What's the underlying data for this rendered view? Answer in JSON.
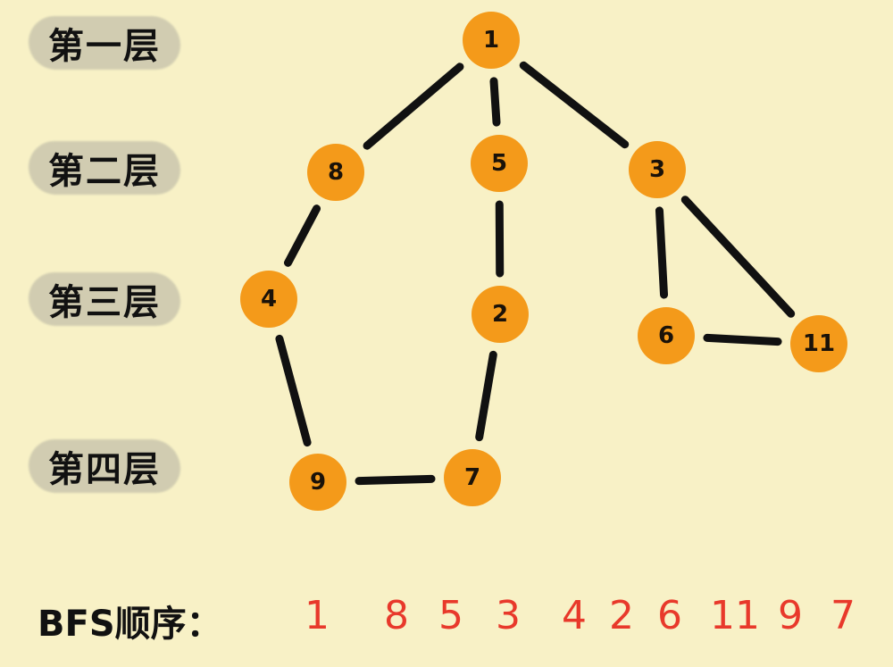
{
  "levels": [
    {
      "label": "第一层"
    },
    {
      "label": "第二层"
    },
    {
      "label": "第三层"
    },
    {
      "label": "第四层"
    }
  ],
  "nodes": [
    {
      "id": "1",
      "label": "1",
      "level": 1
    },
    {
      "id": "8",
      "label": "8",
      "level": 2
    },
    {
      "id": "5",
      "label": "5",
      "level": 2
    },
    {
      "id": "3",
      "label": "3",
      "level": 2
    },
    {
      "id": "4",
      "label": "4",
      "level": 3
    },
    {
      "id": "2",
      "label": "2",
      "level": 3
    },
    {
      "id": "6",
      "label": "6",
      "level": 3
    },
    {
      "id": "11",
      "label": "11",
      "level": 3
    },
    {
      "id": "9",
      "label": "9",
      "level": 4
    },
    {
      "id": "7",
      "label": "7",
      "level": 4
    }
  ],
  "edges": [
    [
      "1",
      "8"
    ],
    [
      "1",
      "5"
    ],
    [
      "1",
      "3"
    ],
    [
      "8",
      "4"
    ],
    [
      "5",
      "2"
    ],
    [
      "3",
      "6"
    ],
    [
      "3",
      "11"
    ],
    [
      "6",
      "11"
    ],
    [
      "4",
      "9"
    ],
    [
      "2",
      "7"
    ],
    [
      "9",
      "7"
    ]
  ],
  "bfs": {
    "label": "BFS顺序：",
    "order": [
      "1",
      "8",
      "5",
      "3",
      "4",
      "2",
      "6",
      "11",
      "9",
      "7"
    ]
  },
  "colors": {
    "background": "#f8f1c6",
    "node_fill": "#f49a1a",
    "edge": "#111111",
    "order_text": "#e8392b",
    "label_blob": "#cfcbb0"
  }
}
